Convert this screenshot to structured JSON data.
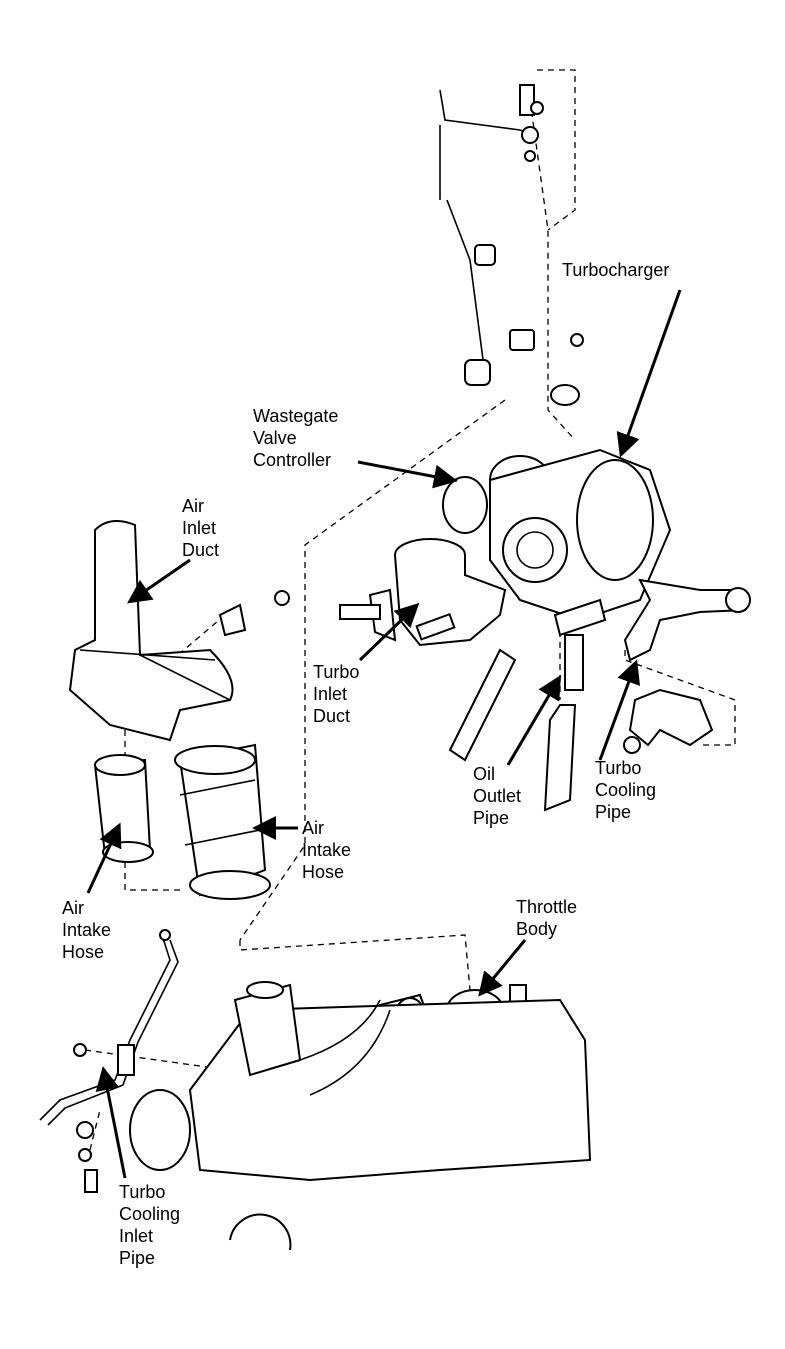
{
  "labels": {
    "turbocharger": [
      "Turbocharger"
    ],
    "wastegate": [
      "Wastegate",
      "Valve",
      "Controller"
    ],
    "air_inlet_duct": [
      "Air",
      "Inlet",
      "Duct"
    ],
    "turbo_inlet_duct": [
      "Turbo",
      "Inlet",
      "Duct"
    ],
    "oil_outlet_pipe": [
      "Oil",
      "Outlet",
      "Pipe"
    ],
    "turbo_cooling_pipe": [
      "Turbo",
      "Cooling",
      "Pipe"
    ],
    "air_intake_hose_right": [
      "Air",
      "Intake",
      "Hose"
    ],
    "air_intake_hose_left": [
      "Air",
      "Intake",
      "Hose"
    ],
    "throttle_body": [
      "Throttle",
      "Body"
    ],
    "turbo_cooling_inlet_pipe": [
      "Turbo",
      "Cooling",
      "Inlet",
      "Pipe"
    ]
  }
}
